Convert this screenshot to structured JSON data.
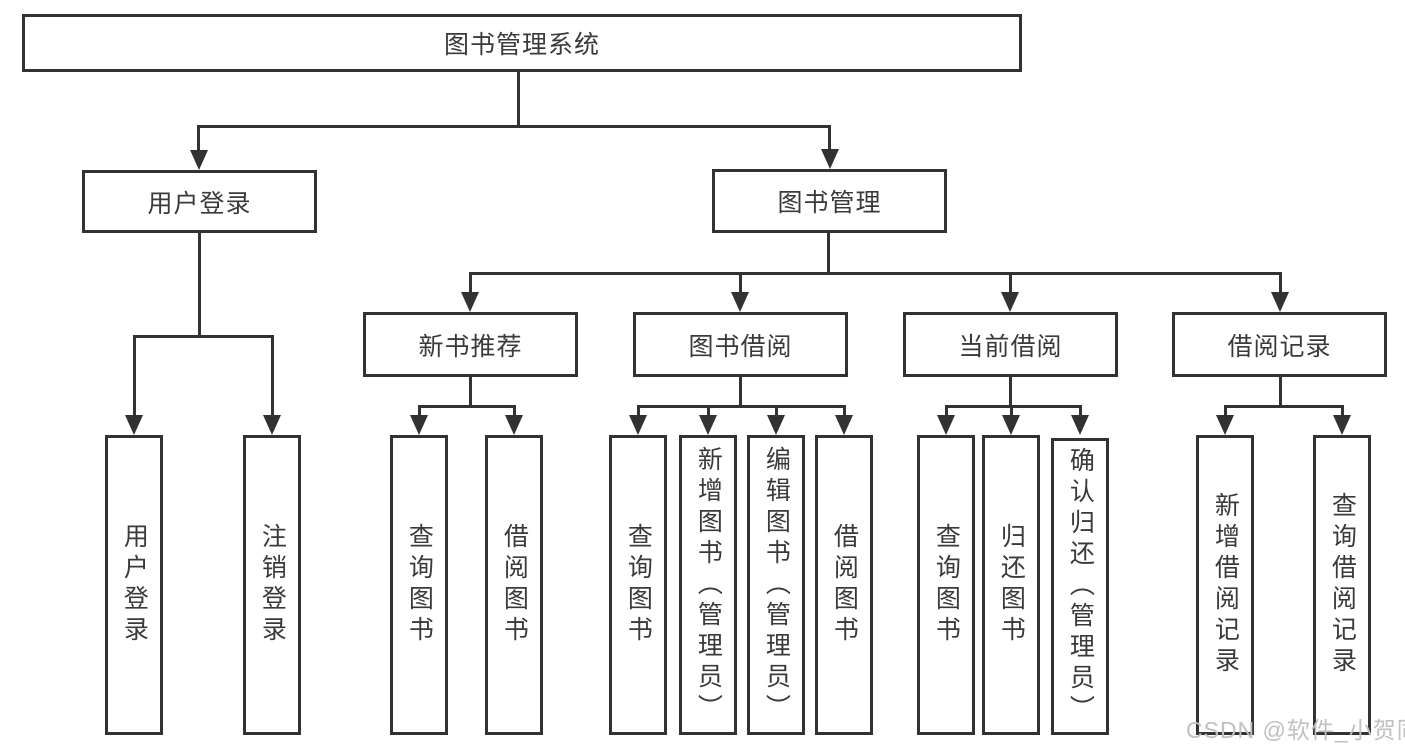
{
  "diagram": {
    "type": "hierarchy-tree",
    "line_color": "#323232",
    "box_background": "#ffffff",
    "text_color": "#3a3a3a",
    "tree": {
      "root": "图书管理系统",
      "children": [
        {
          "label": "用户登录",
          "leaves": [
            "用户登录",
            "注销登录"
          ]
        },
        {
          "label": "图书管理",
          "children": [
            {
              "label": "新书推荐",
              "leaves": [
                "查询图书",
                "借阅图书"
              ]
            },
            {
              "label": "图书借阅",
              "leaves": [
                "查询图书",
                "新增图书（管理员）",
                "编辑图书（管理员）",
                "借阅图书"
              ]
            },
            {
              "label": "当前借阅",
              "leaves": [
                "查询图书",
                "归还图书",
                "确认归还（管理员）"
              ]
            },
            {
              "label": "借阅记录",
              "leaves": [
                "新增借阅记录",
                "查询借阅记录"
              ]
            }
          ]
        }
      ]
    }
  },
  "watermark": {
    "text": "CSDN @软件_小贺同学",
    "color": "#c1c0c0"
  }
}
